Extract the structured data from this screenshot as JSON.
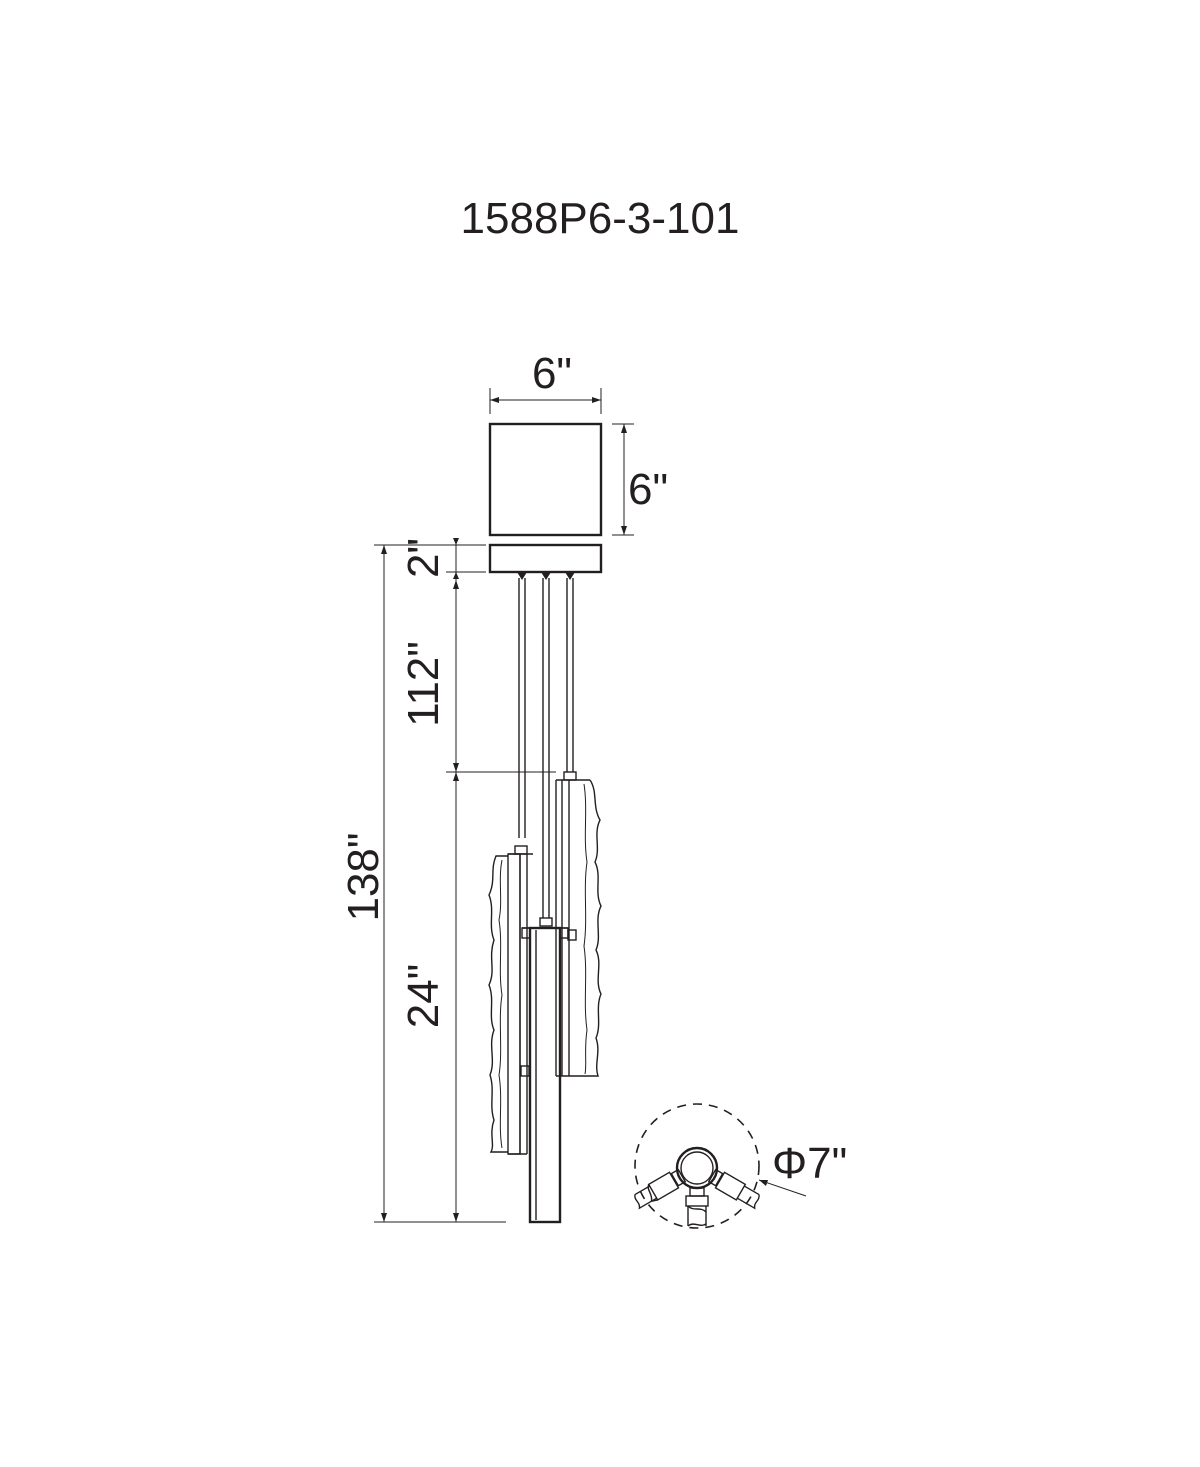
{
  "title": "1588P6-3-101",
  "dimensions": {
    "canopy_width": "6\"",
    "canopy_height": "6\"",
    "canopy_plate": "2\"",
    "cable_length": "112\"",
    "overall_height": "138\"",
    "pendant_height": "24\"",
    "diameter": "Φ7\""
  },
  "colors": {
    "line": "#231f20",
    "background": "#ffffff"
  }
}
